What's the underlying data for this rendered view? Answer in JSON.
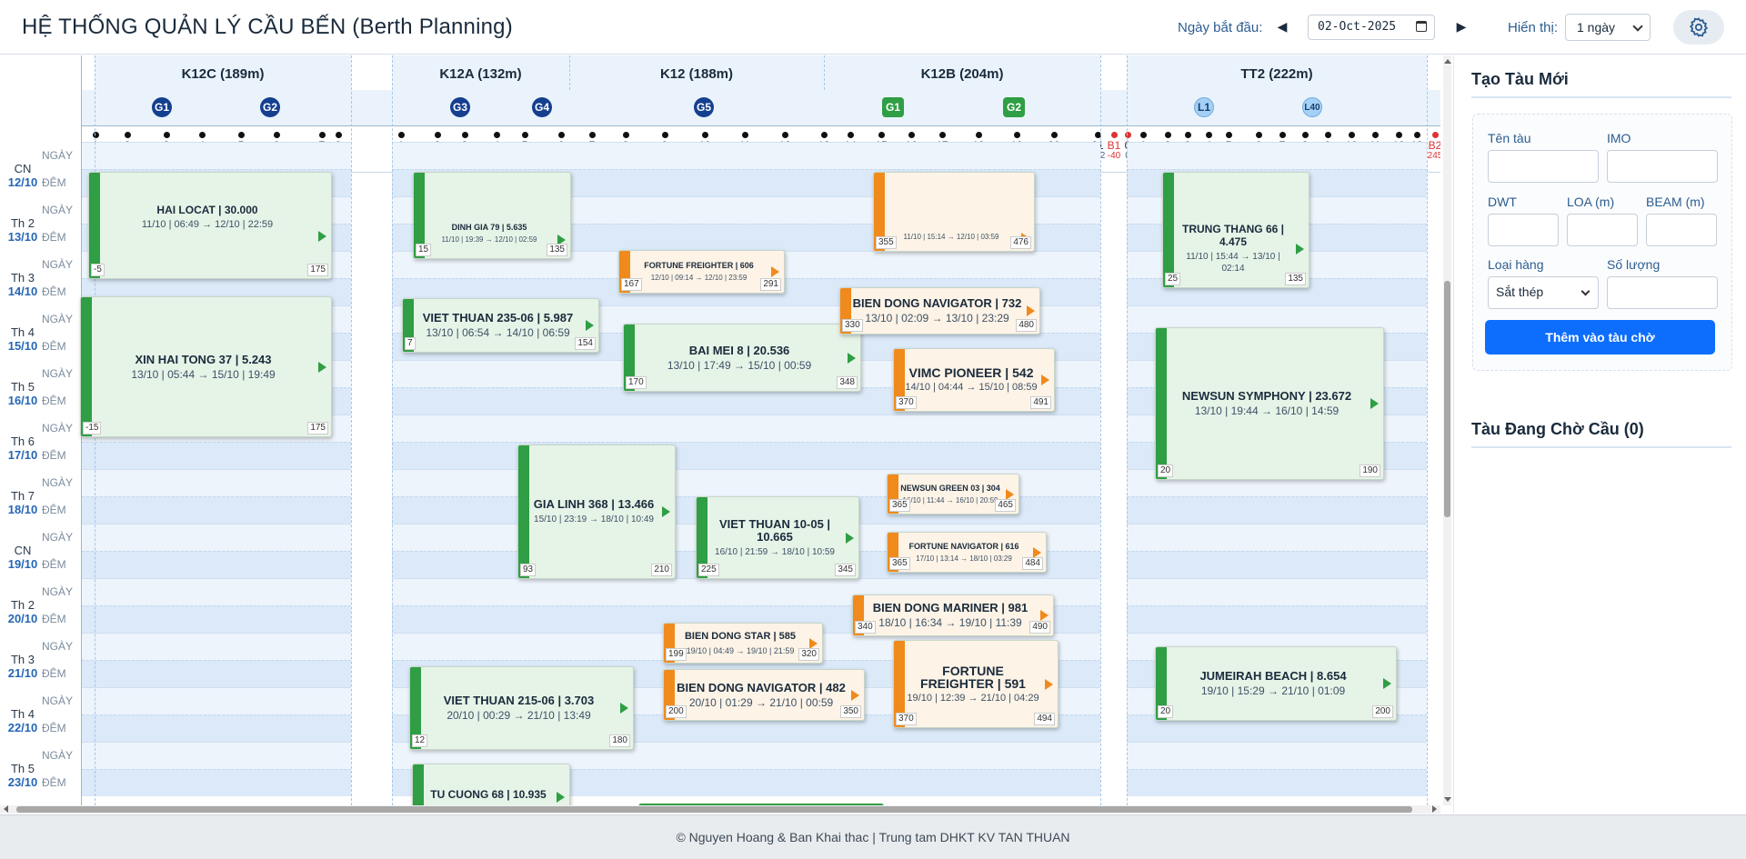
{
  "header": {
    "title": "HỆ THỐNG QUẢN LÝ CẦU BẾN (Berth Planning)",
    "start_date_label": "Ngày bắt đầu:",
    "start_date_value": "02-Oct-2025",
    "view_label": "Hiển thị:",
    "view_value": "1 ngày",
    "prev_symbol": "◀",
    "next_symbol": "▶"
  },
  "berths": [
    {
      "name": "K12C (189m)"
    },
    {
      "name": "K12A (132m)"
    },
    {
      "name": "K12 (188m)"
    },
    {
      "name": "K12B (204m)"
    },
    {
      "name": "TT2 (222m)"
    }
  ],
  "cranes": [
    "G1",
    "G2",
    "G3",
    "G4",
    "G5",
    "G1",
    "G2",
    "L1",
    "L40"
  ],
  "bollards": [
    {
      "n": "1",
      "p": "0"
    },
    {
      "n": "2",
      "p": "24"
    },
    {
      "n": "3",
      "p": "53"
    },
    {
      "n": "4",
      "p": "78"
    },
    {
      "n": "5",
      "p": "108"
    },
    {
      "n": "6",
      "p": "134"
    },
    {
      "n": "7",
      "p": "168"
    },
    {
      "n": "8",
      "p": "187"
    },
    {
      "n": "1",
      "p": "7"
    },
    {
      "n": "2",
      "p": "34"
    },
    {
      "n": "3",
      "p": "54"
    },
    {
      "n": "4",
      "p": "78"
    },
    {
      "n": "5",
      "p": "98"
    },
    {
      "n": "6",
      "p": "125"
    },
    {
      "n": "7",
      "p": "148"
    },
    {
      "n": "8",
      "p": "173"
    },
    {
      "n": "9",
      "p": "202"
    },
    {
      "n": "10",
      "p": "232"
    },
    {
      "n": "11",
      "p": "261"
    },
    {
      "n": "12",
      "p": "291"
    },
    {
      "n": "13",
      "p": "320"
    },
    {
      "n": "14",
      "p": "339"
    },
    {
      "n": "15",
      "p": "362"
    },
    {
      "n": "16",
      "p": "384"
    },
    {
      "n": "17",
      "p": "407"
    },
    {
      "n": "18",
      "p": "434"
    },
    {
      "n": "19",
      "p": "462"
    },
    {
      "n": "20",
      "p": "490"
    },
    {
      "n": "21",
      "p": "522"
    },
    {
      "n": "B1",
      "p": "-40"
    },
    {
      "n": "0",
      "p": "0"
    },
    {
      "n": "1",
      "p": "12"
    },
    {
      "n": "2",
      "p": "30"
    },
    {
      "n": "3",
      "p": "45"
    },
    {
      "n": "4",
      "p": "61"
    },
    {
      "n": "5",
      "p": "76"
    },
    {
      "n": "6",
      "p": "97"
    },
    {
      "n": "7",
      "p": "115"
    },
    {
      "n": "8",
      "p": "132"
    },
    {
      "n": "9",
      "p": "150"
    },
    {
      "n": "10",
      "p": "166"
    },
    {
      "n": "11",
      "p": "184"
    },
    {
      "n": "12",
      "p": "201"
    },
    {
      "n": "13",
      "p": "222"
    },
    {
      "n": "B2",
      "p": "245"
    }
  ],
  "shifts": {
    "day": "NGÀY",
    "night": "ĐÊM"
  },
  "days": [
    {
      "name": "CN",
      "date": "12/10"
    },
    {
      "name": "Th 2",
      "date": "13/10"
    },
    {
      "name": "Th 3",
      "date": "14/10"
    },
    {
      "name": "Th 4",
      "date": "15/10"
    },
    {
      "name": "Th 5",
      "date": "16/10"
    },
    {
      "name": "Th 6",
      "date": "17/10"
    },
    {
      "name": "Th 7",
      "date": "18/10"
    },
    {
      "name": "CN",
      "date": "19/10"
    },
    {
      "name": "Th 2",
      "date": "20/10"
    },
    {
      "name": "Th 3",
      "date": "21/10"
    },
    {
      "name": "Th 4",
      "date": "22/10"
    },
    {
      "name": "Th 5",
      "date": "23/10"
    }
  ],
  "ships": [
    {
      "name": "HAI LOCAT | 30.000",
      "time": "11/10 | 06:49 → 12/10 | 22:59",
      "start": "-5",
      "end": "175"
    },
    {
      "name": "DINH GIA 79 | 5.635",
      "time": "11/10 | 19:39 → 12/10 | 02:59",
      "start": "15",
      "end": "135"
    },
    {
      "name": "FORTUNE FREIGHTER | 606",
      "time": "12/10 | 09:14 → 12/10 | 23:59",
      "start": "167",
      "end": "291"
    },
    {
      "name": "",
      "time": "11/10 | 15:14 → 12/10 | 03:59",
      "start": "355",
      "end": "476"
    },
    {
      "name": "TRUNG THANG 66 | 4.475",
      "time": "11/10 | 15:44 → 13/10 | 02:14",
      "start": "25",
      "end": "135"
    },
    {
      "name": "XIN HAI TONG 37 | 5.243",
      "time": "13/10 | 05:44 → 15/10 | 19:49",
      "start": "-15",
      "end": "175"
    },
    {
      "name": "VIET THUAN 235-06 | 5.987",
      "time": "13/10 | 06:54 → 14/10 | 06:59",
      "start": "7",
      "end": "154"
    },
    {
      "name": "BAI MEI 8 | 20.536",
      "time": "13/10 | 17:49 → 15/10 | 00:59",
      "start": "170",
      "end": "348"
    },
    {
      "name": "BIEN DONG NAVIGATOR | 732",
      "time": "13/10 | 02:09 → 13/10 | 23:29",
      "start": "330",
      "end": "480"
    },
    {
      "name": "VIMC PIONEER | 542",
      "time": "14/10 | 04:44 → 15/10 | 08:59",
      "start": "370",
      "end": "491"
    },
    {
      "name": "NEWSUN SYMPHONY | 23.672",
      "time": "13/10 | 19:44 → 16/10 | 14:59",
      "start": "20",
      "end": "190"
    },
    {
      "name": "GIA LINH 368 | 13.466",
      "time": "15/10 | 23:19 → 18/10 | 10:49",
      "start": "93",
      "end": "210"
    },
    {
      "name": "VIET THUAN 10-05 | 10.665",
      "time": "16/10 | 21:59 → 18/10 | 10:59",
      "start": "225",
      "end": "345"
    },
    {
      "name": "NEWSUN GREEN 03 | 304",
      "time": "16/10 | 11:44 → 16/10 | 20:59",
      "start": "365",
      "end": "465"
    },
    {
      "name": "FORTUNE NAVIGATOR | 616",
      "time": "17/10 | 13:14 → 18/10 | 03:29",
      "start": "365",
      "end": "484"
    },
    {
      "name": "BIEN DONG MARINER | 981",
      "time": "18/10 | 16:34 → 19/10 | 11:39",
      "start": "340",
      "end": "490"
    },
    {
      "name": "BIEN DONG STAR | 585",
      "time": "19/10 | 04:49 → 19/10 | 21:59",
      "start": "199",
      "end": "320"
    },
    {
      "name": "BIEN DONG NAVIGATOR | 482",
      "time": "20/10 | 01:29 → 21/10 | 00:59",
      "start": "200",
      "end": "350"
    },
    {
      "name": "FORTUNE FREIGHTER | 591",
      "time": "19/10 | 12:39 → 21/10 | 04:29",
      "start": "370",
      "end": "494"
    },
    {
      "name": "JUMEIRAH BEACH | 8.654",
      "time": "19/10 | 15:29 → 21/10 | 01:09",
      "start": "20",
      "end": "200"
    },
    {
      "name": "VIET THUAN 215-06 | 3.703",
      "time": "20/10 | 00:29 → 21/10 | 13:49",
      "start": "12",
      "end": "180"
    },
    {
      "name": "TU CUONG 68 | 10.935",
      "time": "",
      "start": "",
      "end": ""
    }
  ],
  "panel": {
    "create_title": "Tạo Tàu Mới",
    "ship_name_label": "Tên tàu",
    "imo_label": "IMO",
    "dwt_label": "DWT",
    "loa_label": "LOA (m)",
    "beam_label": "BEAM (m)",
    "cargo_type_label": "Loại hàng",
    "cargo_type_value": "Sắt thép",
    "quantity_label": "Số lượng",
    "add_button": "Thêm vào tàu chờ",
    "waiting_title": "Tàu Đang Chờ Cầu (0)"
  },
  "footer": {
    "text": "© Nguyen Hoang & Ban Khai thac | Trung tam DHKT KV TAN THUAN"
  },
  "colors": {
    "green_status": "#2f9e44",
    "orange_status": "#f08a1c",
    "primary_button": "#0d6efd",
    "navy_crane": "#153f8f"
  }
}
